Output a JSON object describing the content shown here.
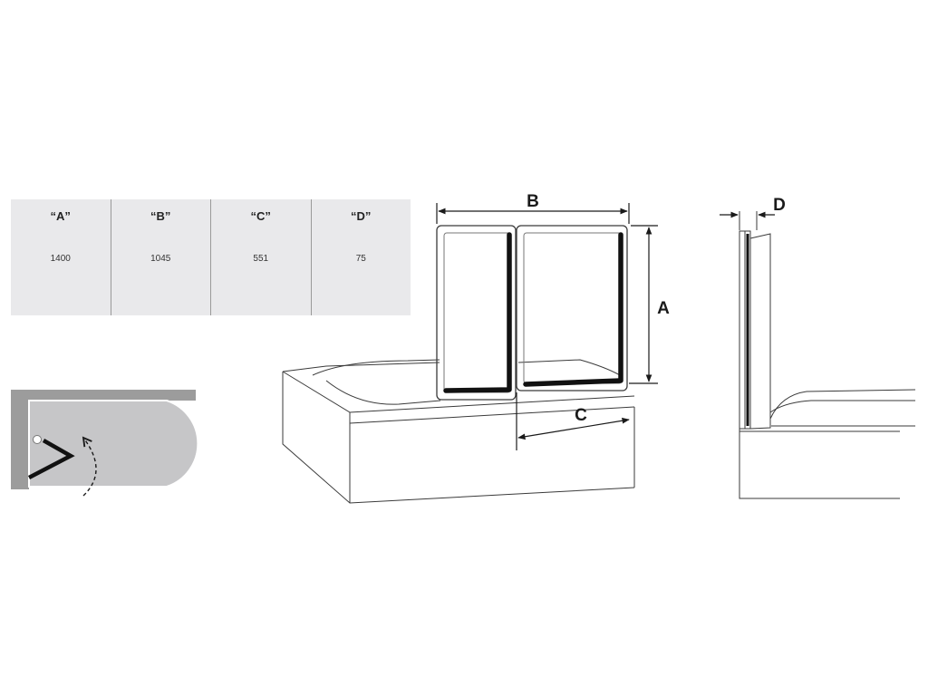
{
  "table": {
    "columns": [
      {
        "header": "“A”",
        "value": "1400"
      },
      {
        "header": "“B”",
        "value": "1045"
      },
      {
        "header": "“C”",
        "value": "551"
      },
      {
        "header": "“D”",
        "value": "75"
      }
    ]
  },
  "labels": {
    "a": "A",
    "b": "B",
    "c": "C",
    "d": "D"
  }
}
